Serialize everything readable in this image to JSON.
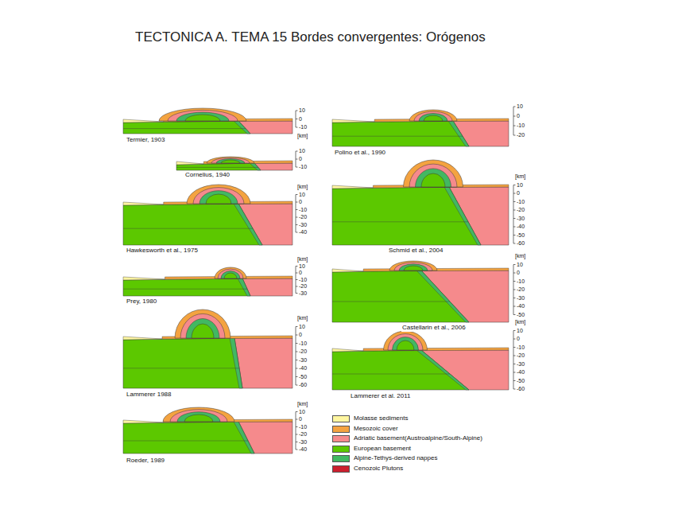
{
  "diagram": {
    "title": "TECTONICA A. TEMA 15 Bordes convergentes: Orógenos",
    "labels": [
      "Termier, 1903",
      "10",
      "0",
      "-10",
      "[km]",
      "Cornelius, 1940",
      "10",
      "0",
      "-10",
      "Hawkesworth et al., 1975",
      "[km]",
      "10",
      "0",
      "-10",
      "-20",
      "-30",
      "-40",
      "Prey, 1980",
      "[km]",
      "10",
      "0",
      "-10",
      "-20",
      "-30",
      "Lammerer 1988",
      "[km]",
      "10",
      "0",
      "-10",
      "-20",
      "-30",
      "-40",
      "-50",
      "-60",
      "Roeder, 1989",
      "[km]",
      "10",
      "0",
      "-10",
      "-20",
      "-30",
      "-40",
      "Polino et al., 1990",
      "10",
      "0",
      "-10",
      "-20",
      "Schmid et al., 2004",
      "[km]",
      "10",
      "0",
      "-10",
      "-20",
      "-30",
      "-40",
      "-50",
      "-60",
      "Castellarin et al., 2006",
      "[km]",
      "10",
      "0",
      "-10",
      "-20",
      "-30",
      "-40",
      "-50",
      "Lammerer et al. 2011",
      "[km]",
      "10",
      "0",
      "-10",
      "-20",
      "-30",
      "-40",
      "-50",
      "-60"
    ],
    "legend": [
      {
        "text": "Molasse sediments",
        "color": "#fff6a0"
      },
      {
        "text": "Mesozoic cover",
        "color": "#f4a340"
      },
      {
        "text": "Adriatic basement(Austroalpine/South-Alpine)",
        "color": "#f58a8c"
      },
      {
        "text": "European basement",
        "color": "#5cc800"
      },
      {
        "text": "Alpine-Tethys-derived nappes",
        "color": "#42b862"
      },
      {
        "text": "Cenozoic Plutons",
        "color": "#cc1f2e"
      }
    ]
  }
}
